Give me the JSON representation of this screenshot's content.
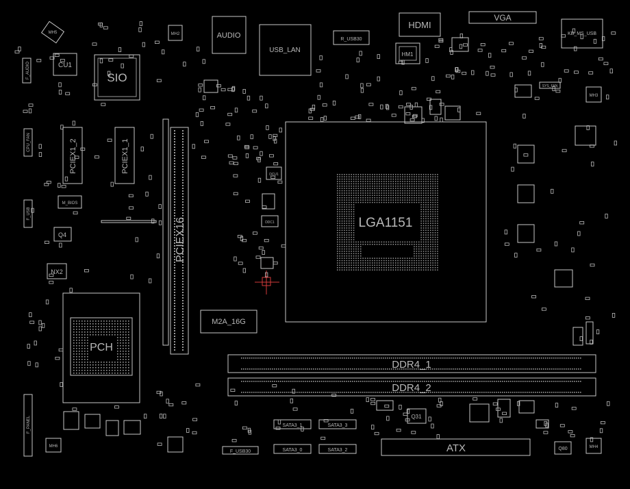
{
  "board": {
    "labels": {
      "hdmi": "HDMI",
      "vga": "VGA",
      "audio": "AUDIO",
      "usb_lan": "USB_LAN",
      "r_usb30": "R_USB30",
      "hm1": "HM1",
      "kb_ms_usb": "KB_MS_USB",
      "sio": "SIO",
      "cu1": "CU1",
      "f_audio": "F_AUDIO",
      "mh2": "MH2",
      "mh3": "MH3",
      "mh4": "MH4",
      "mh5": "MH5",
      "mh6": "MH6",
      "pciex1_2": "PCIEX1_2",
      "pciex1_1": "PCIEX1_1",
      "pciex16": "PCIEX16",
      "lga1151": "LGA1151",
      "m_bios": "M_BIOS",
      "q4": "Q4",
      "nx2": "NX2",
      "pch": "PCH",
      "m2a_16g": "M2A_16G",
      "ddr4_1": "DDR4_1",
      "ddr4_2": "DDR4_2",
      "atx": "ATX",
      "sata3_1": "SATA3_1",
      "sata3_3": "SATA3_3",
      "sata3_0": "SATA3_0",
      "sata3_2": "SATA3_2",
      "f_usb30": "F_USB30",
      "f_panel": "F_PANEL",
      "q31": "Q31",
      "q80": "Q80",
      "cpu_fan": "CPU_FAN",
      "sys_fan": "SYS_FAN",
      "f_usb": "F_USB",
      "dcu1": "DCU1",
      "ddc1": "DDC1"
    }
  }
}
